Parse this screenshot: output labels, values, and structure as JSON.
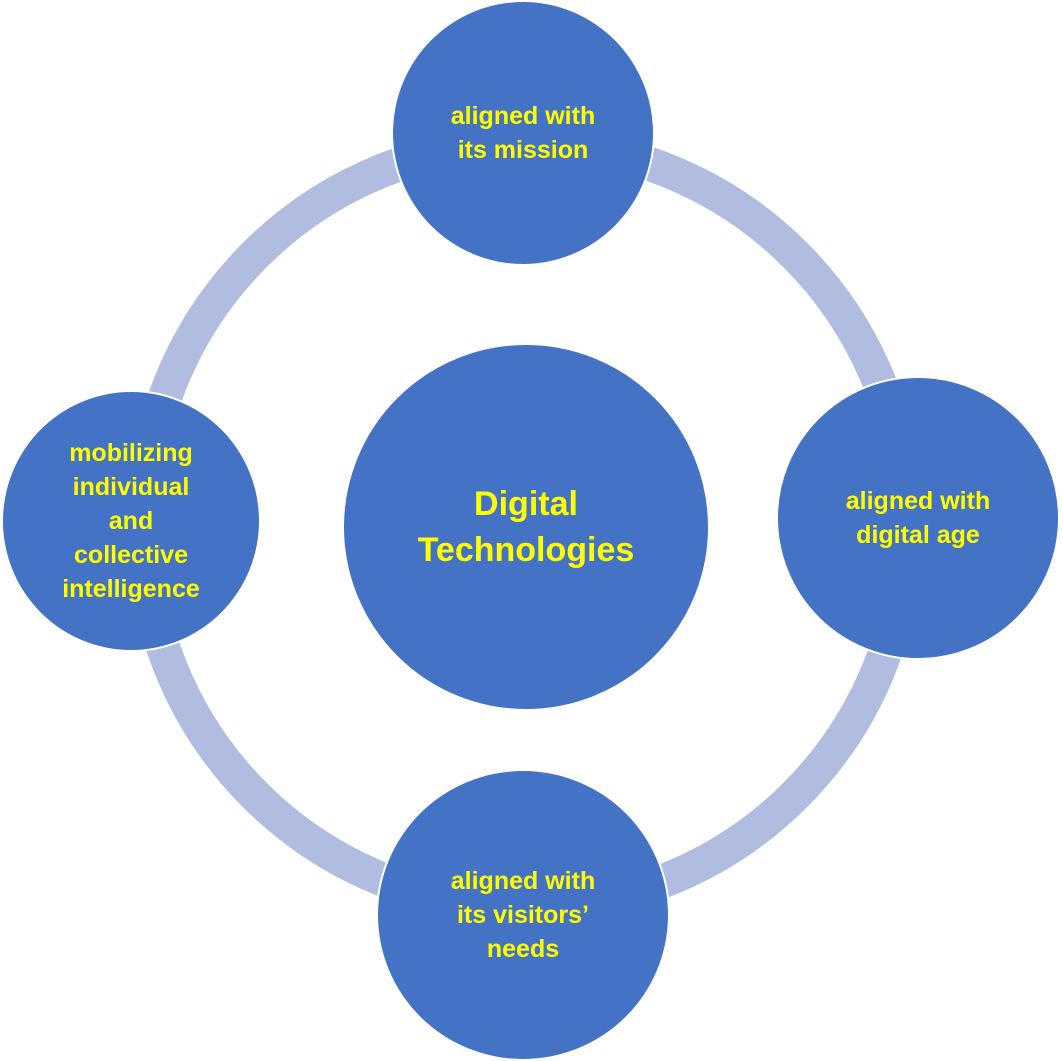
{
  "colors": {
    "node": "#4472C4",
    "ring": "#B0BCE0",
    "text": "#FFFF00"
  },
  "center": {
    "label": "Digital\nTechnologies"
  },
  "nodes": {
    "top": {
      "label": "aligned with\nits mission"
    },
    "right": {
      "label": "aligned with\ndigital age"
    },
    "bottom": {
      "label": "aligned with\nits visitors’\nneeds"
    },
    "left": {
      "label": "mobilizing\nindividual\nand\ncollective\nintelligence"
    }
  }
}
